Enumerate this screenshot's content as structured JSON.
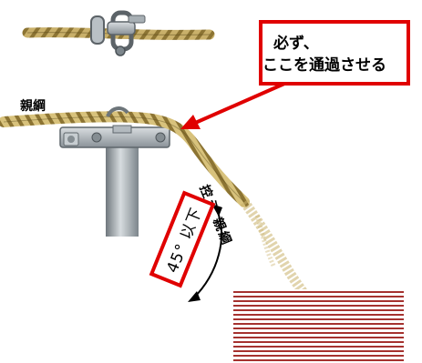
{
  "callout": {
    "line1": "必ず、",
    "line2": "ここを通過させる"
  },
  "labels": {
    "main_rope": "親綱",
    "guy_rope": "控え 親綱",
    "angle": "45° 以下"
  },
  "colors": {
    "accent": "#e00000",
    "rope": "#c9b06a",
    "pole": "#9aa2a8"
  }
}
